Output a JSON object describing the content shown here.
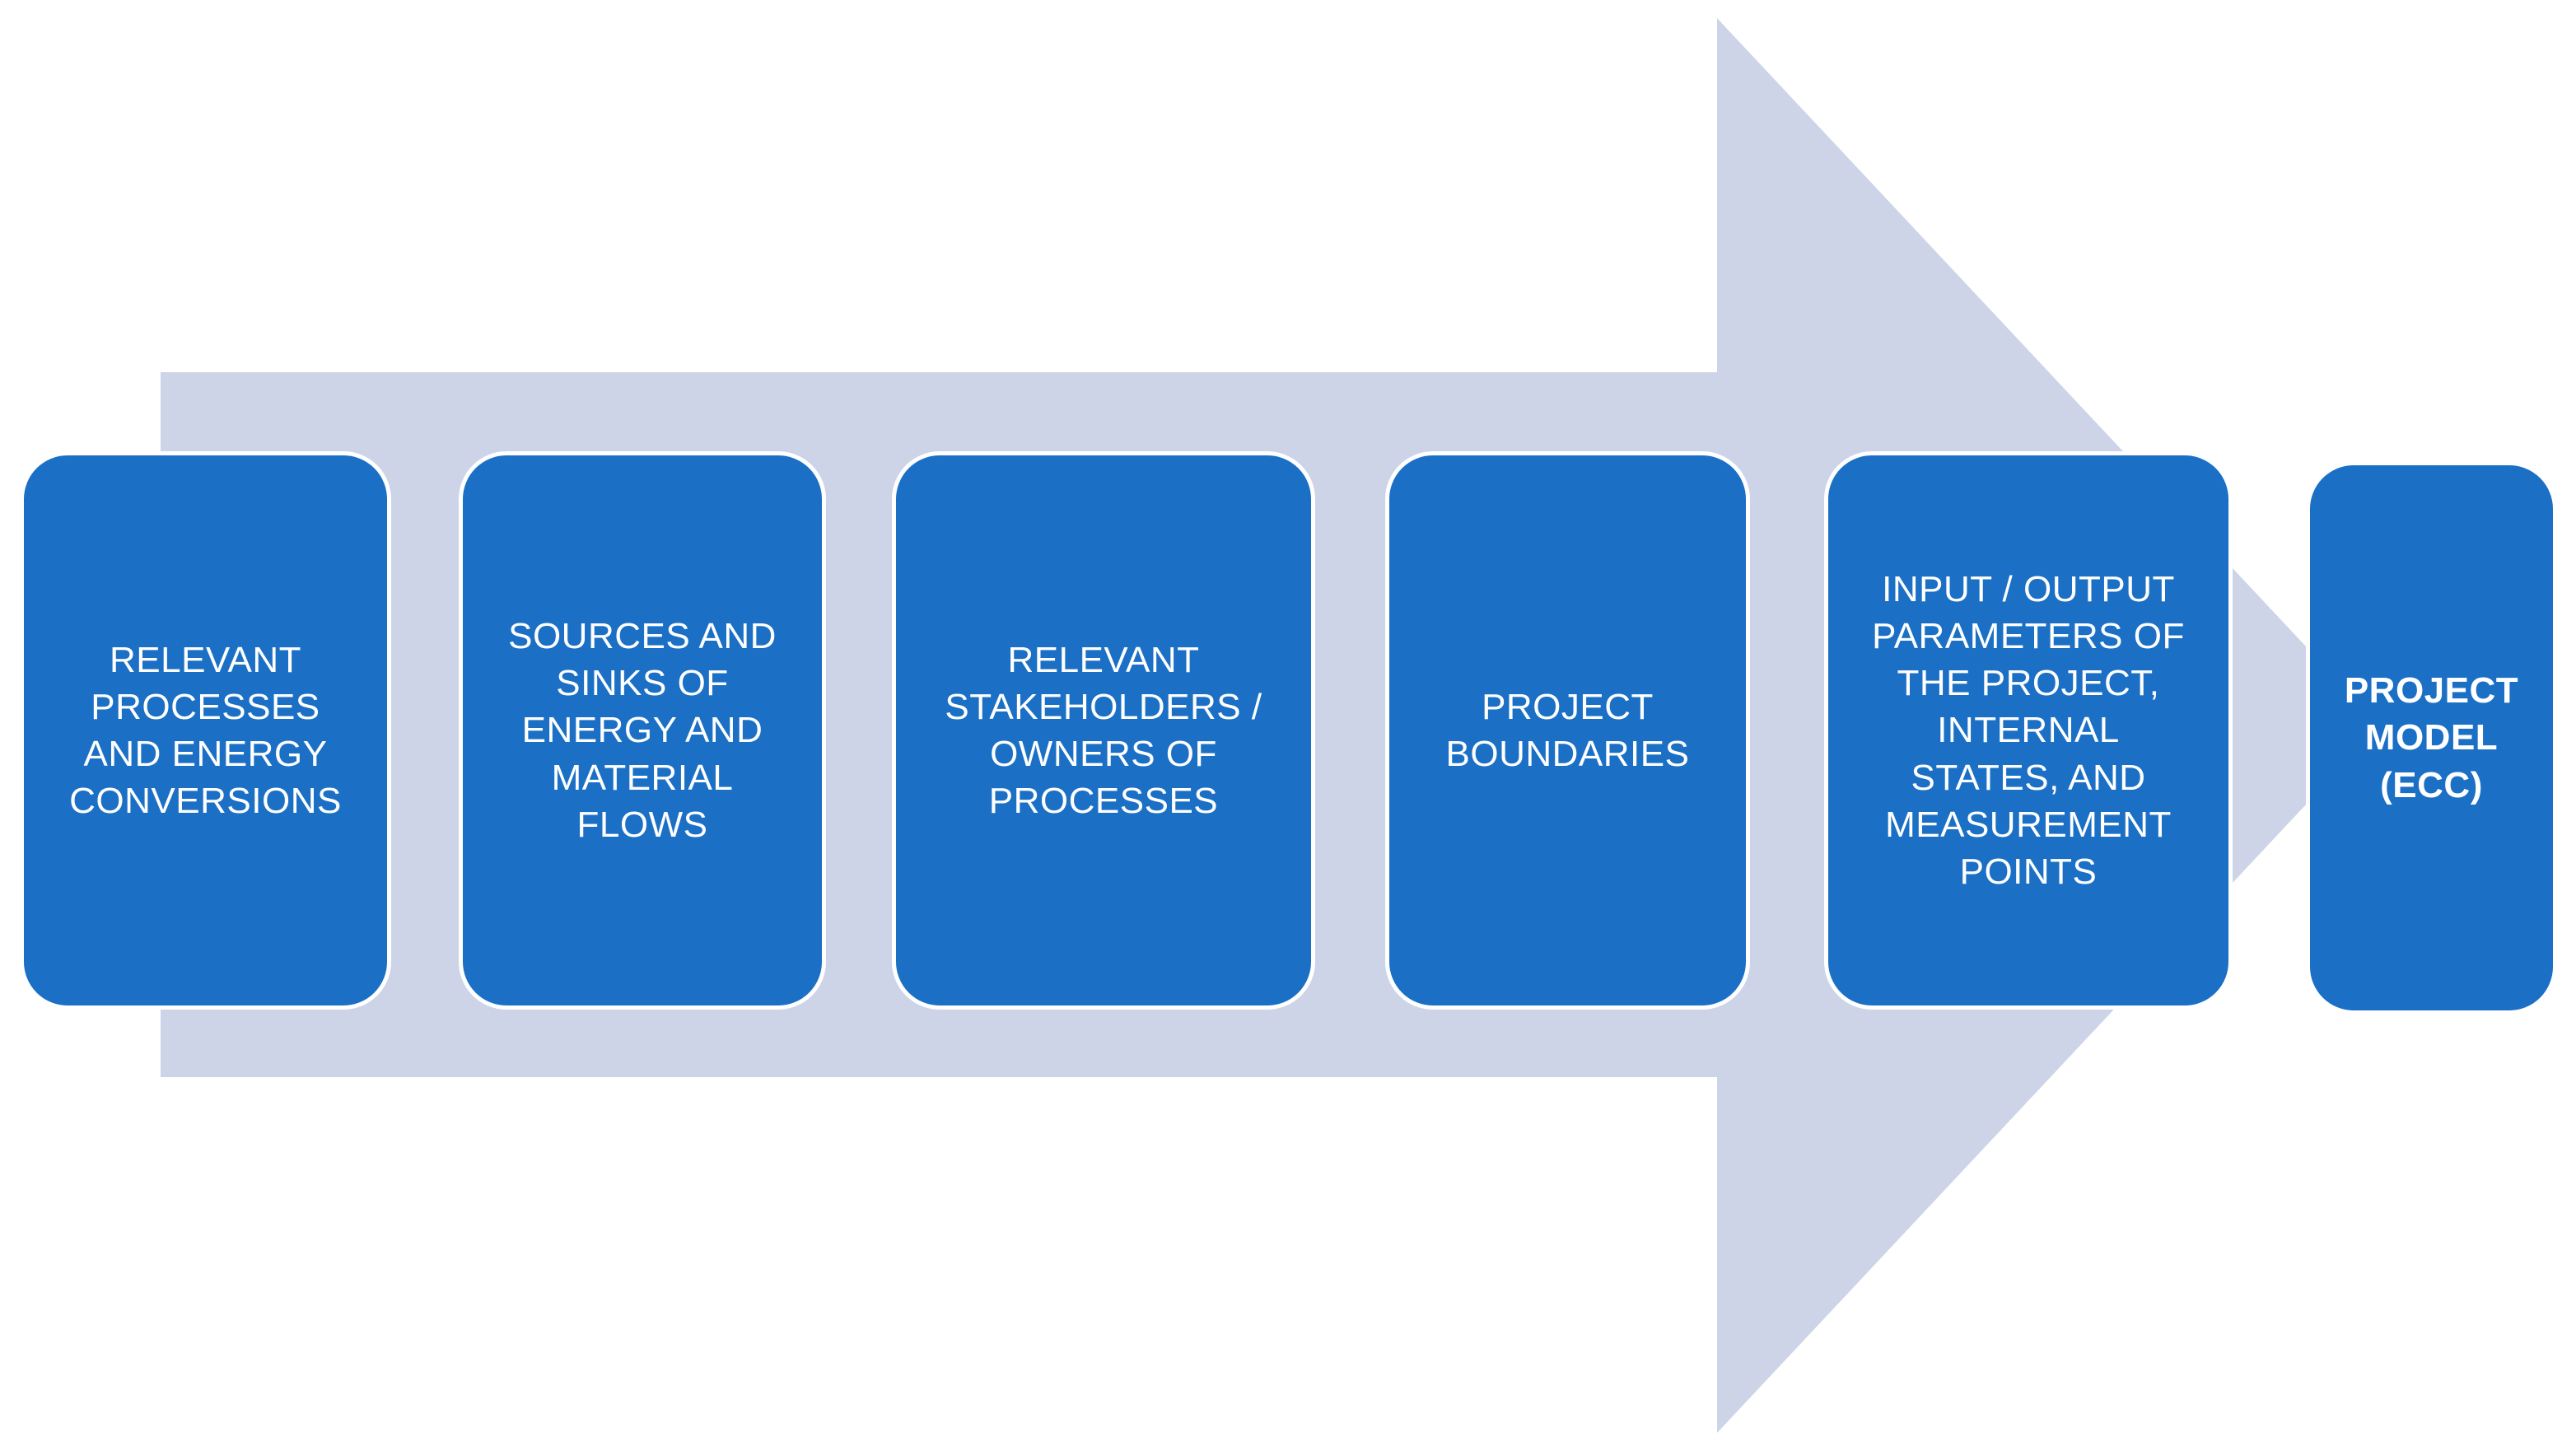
{
  "diagram": {
    "type": "process-flow-arrow",
    "direction": "right",
    "colors": {
      "background": "#ffffff",
      "arrow-fill": "#cdd4e8",
      "box-fill": "#1b70c5",
      "box-border": "#ffffff",
      "label-text": "#ffffff"
    },
    "steps": [
      {
        "label": "RELEVANT\nPROCESSES\nAND ENERGY\nCONVERSIONS",
        "emphasis": "normal"
      },
      {
        "label": "SOURCES AND\nSINKS OF\nENERGY AND\nMATERIAL\nFLOWS",
        "emphasis": "normal"
      },
      {
        "label": "RELEVANT\nSTAKEHOLDERS /\nOWNERS OF\nPROCESSES",
        "emphasis": "normal"
      },
      {
        "label": "PROJECT\nBOUNDARIES",
        "emphasis": "normal"
      },
      {
        "label": "INPUT / OUTPUT\nPARAMETERS OF\nTHE PROJECT,\nINTERNAL\nSTATES, AND\nMEASUREMENT\nPOINTS",
        "emphasis": "normal"
      },
      {
        "label": "PROJECT\nMODEL\n(ECC)",
        "emphasis": "bold"
      }
    ]
  }
}
